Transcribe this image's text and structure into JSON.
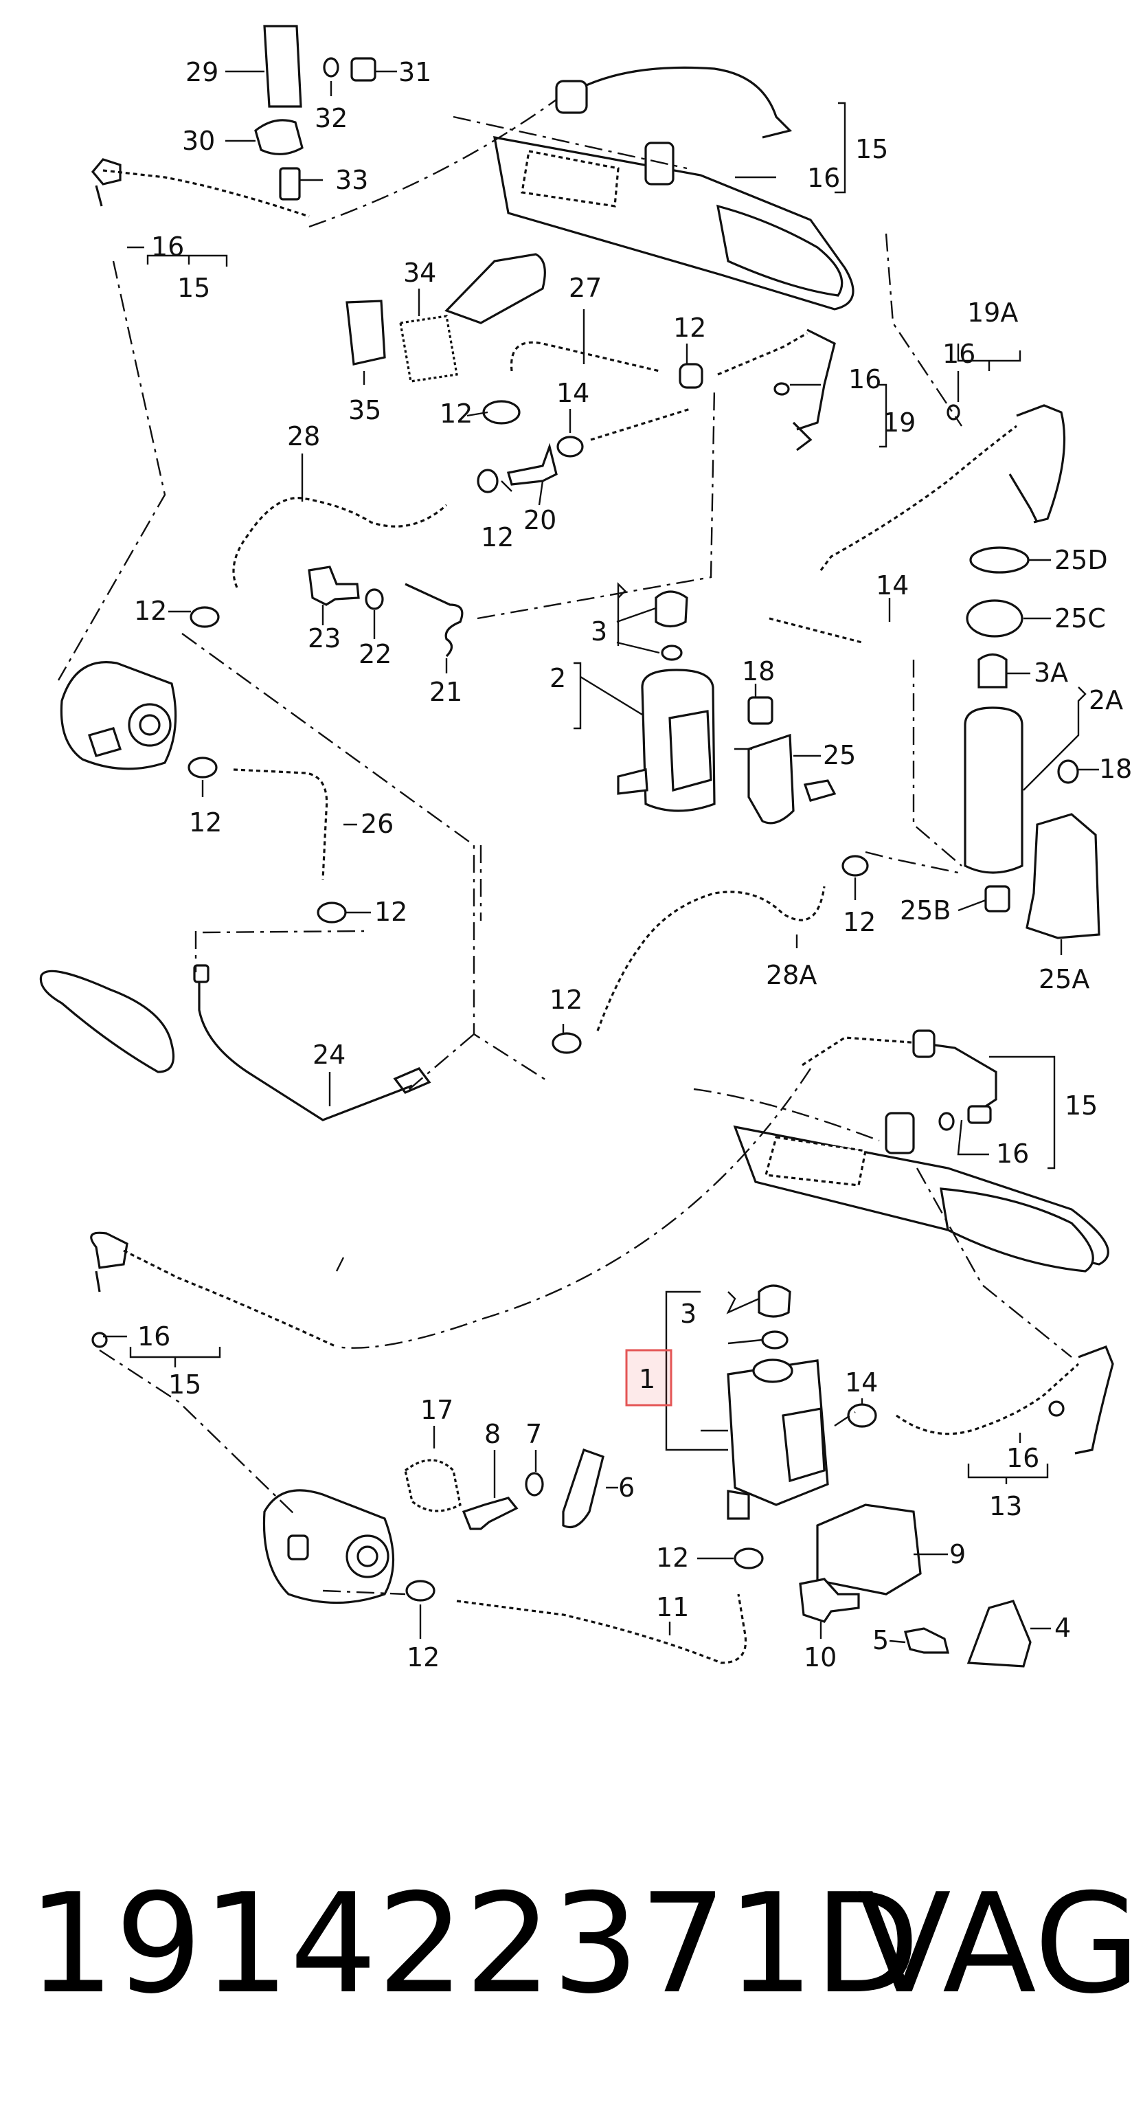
{
  "callouts": [
    {
      "id": "c29",
      "text": "29"
    },
    {
      "id": "c32",
      "text": "32"
    },
    {
      "id": "c31",
      "text": "31"
    },
    {
      "id": "c30",
      "text": "30"
    },
    {
      "id": "c33",
      "text": "33"
    },
    {
      "id": "c16a",
      "text": "16"
    },
    {
      "id": "c15a",
      "text": "15"
    },
    {
      "id": "c15b",
      "text": "15"
    },
    {
      "id": "c16b",
      "text": "16"
    },
    {
      "id": "c34",
      "text": "34"
    },
    {
      "id": "c27",
      "text": "27"
    },
    {
      "id": "c12a",
      "text": "12"
    },
    {
      "id": "c16c",
      "text": "16"
    },
    {
      "id": "c19",
      "text": "19"
    },
    {
      "id": "c19A",
      "text": "19A"
    },
    {
      "id": "c16d",
      "text": "16"
    },
    {
      "id": "c35",
      "text": "35"
    },
    {
      "id": "c12b",
      "text": "12"
    },
    {
      "id": "c14a",
      "text": "14"
    },
    {
      "id": "c12c",
      "text": "12"
    },
    {
      "id": "c20",
      "text": "20"
    },
    {
      "id": "c28",
      "text": "28"
    },
    {
      "id": "c12d",
      "text": "12"
    },
    {
      "id": "c23",
      "text": "23"
    },
    {
      "id": "c22",
      "text": "22"
    },
    {
      "id": "c21",
      "text": "21"
    },
    {
      "id": "c3a",
      "text": "3"
    },
    {
      "id": "c2",
      "text": "2"
    },
    {
      "id": "c18a",
      "text": "18"
    },
    {
      "id": "c25",
      "text": "25"
    },
    {
      "id": "c14b",
      "text": "14"
    },
    {
      "id": "c25D",
      "text": "25D"
    },
    {
      "id": "c25C",
      "text": "25C"
    },
    {
      "id": "c3A",
      "text": "3A"
    },
    {
      "id": "c2A",
      "text": "2A"
    },
    {
      "id": "c18b",
      "text": "18"
    },
    {
      "id": "c12e",
      "text": "12"
    },
    {
      "id": "c26",
      "text": "26"
    },
    {
      "id": "c12f",
      "text": "12"
    },
    {
      "id": "c12g",
      "text": "12"
    },
    {
      "id": "c28A",
      "text": "28A"
    },
    {
      "id": "c25B",
      "text": "25B"
    },
    {
      "id": "c25A",
      "text": "25A"
    },
    {
      "id": "c12h",
      "text": "12"
    },
    {
      "id": "c24",
      "text": "24"
    },
    {
      "id": "c15c",
      "text": "15"
    },
    {
      "id": "c16e",
      "text": "16"
    },
    {
      "id": "c3b",
      "text": "3"
    },
    {
      "id": "c1",
      "text": "1"
    },
    {
      "id": "c14c",
      "text": "14"
    },
    {
      "id": "c16f",
      "text": "16"
    },
    {
      "id": "c13",
      "text": "13"
    },
    {
      "id": "c16g",
      "text": "16"
    },
    {
      "id": "c15d",
      "text": "15"
    },
    {
      "id": "c17",
      "text": "17"
    },
    {
      "id": "c8",
      "text": "8"
    },
    {
      "id": "c7",
      "text": "7"
    },
    {
      "id": "c6",
      "text": "6"
    },
    {
      "id": "c12i",
      "text": "12"
    },
    {
      "id": "c9",
      "text": "9"
    },
    {
      "id": "c10",
      "text": "10"
    },
    {
      "id": "c5",
      "text": "5"
    },
    {
      "id": "c4",
      "text": "4"
    },
    {
      "id": "c11",
      "text": "11"
    },
    {
      "id": "c12j",
      "text": "12"
    }
  ],
  "highlight_label": "1",
  "caption": {
    "part_number": "191422371D",
    "brand": "VAG"
  }
}
